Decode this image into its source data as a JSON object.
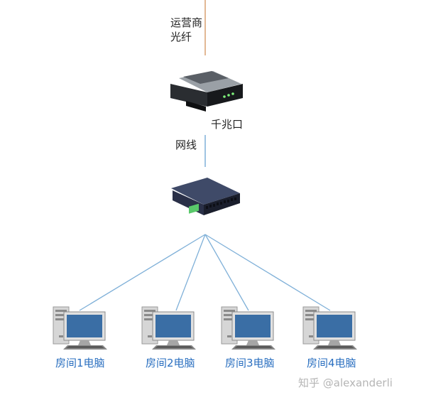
{
  "labels": {
    "isp_fiber_line1": "运营商",
    "isp_fiber_line2": "光纤",
    "gigabit_port": "千兆口",
    "network_cable": "网线"
  },
  "computers": [
    {
      "label": "房间1电脑"
    },
    {
      "label": "房间2电脑"
    },
    {
      "label": "房间3电脑"
    },
    {
      "label": "房间4电脑"
    }
  ],
  "watermark": "知乎 @alexanderli",
  "colors": {
    "fiber_line": "#d8a070",
    "cable_line": "#7fb0d8",
    "pc_label": "#2a6fc0"
  }
}
